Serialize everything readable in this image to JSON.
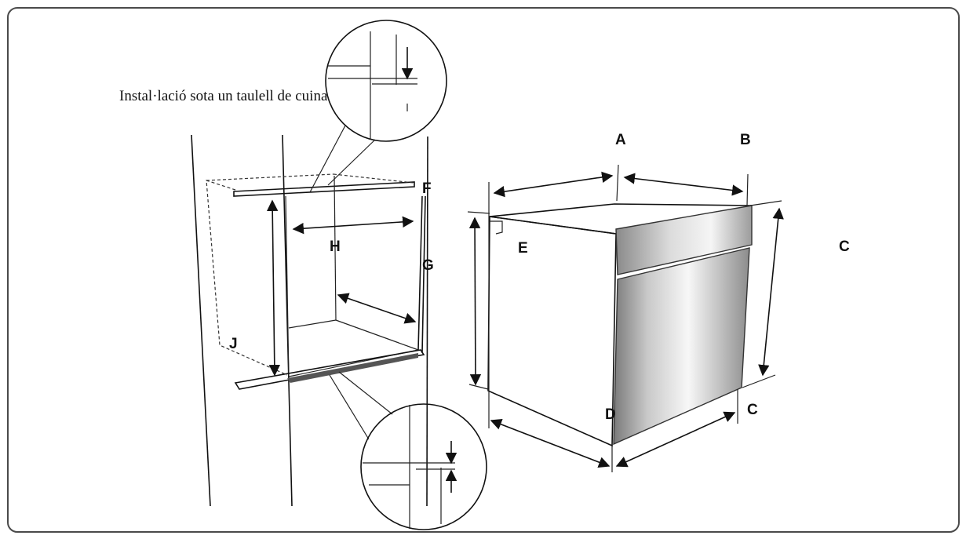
{
  "caption": "Instal·lació sota un taulell de cuina",
  "labels": {
    "A": "A",
    "B": "B",
    "C_right": "C",
    "C_bottom": "C",
    "D": "D",
    "E": "E",
    "F": "F",
    "G": "G",
    "H": "H",
    "J": "J"
  },
  "colors": {
    "frame": "#4a4a4a",
    "line": "#111111",
    "door_light": "#f4f4f4",
    "door_dark": "#9a9a9a"
  }
}
